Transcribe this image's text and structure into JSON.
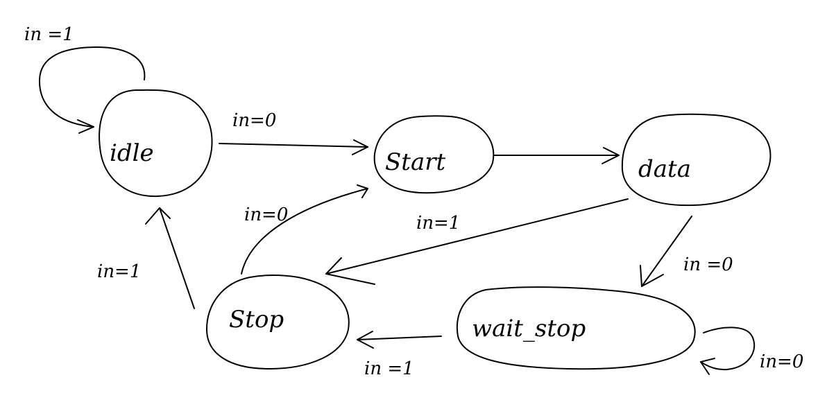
{
  "diagram": {
    "states": {
      "idle": "idle",
      "start": "Start",
      "data": "data",
      "wait_stop": "wait_stop",
      "stop": "Stop"
    },
    "transitions": {
      "idle_self": "in =1",
      "idle_to_start": "in=0",
      "start_to_data": "",
      "data_to_stop": "in=1",
      "data_to_wait_stop": "in =0",
      "wait_stop_self": "in=0",
      "wait_stop_to_stop": "in =1",
      "stop_to_start": "in=0",
      "stop_to_idle": "in=1"
    }
  }
}
